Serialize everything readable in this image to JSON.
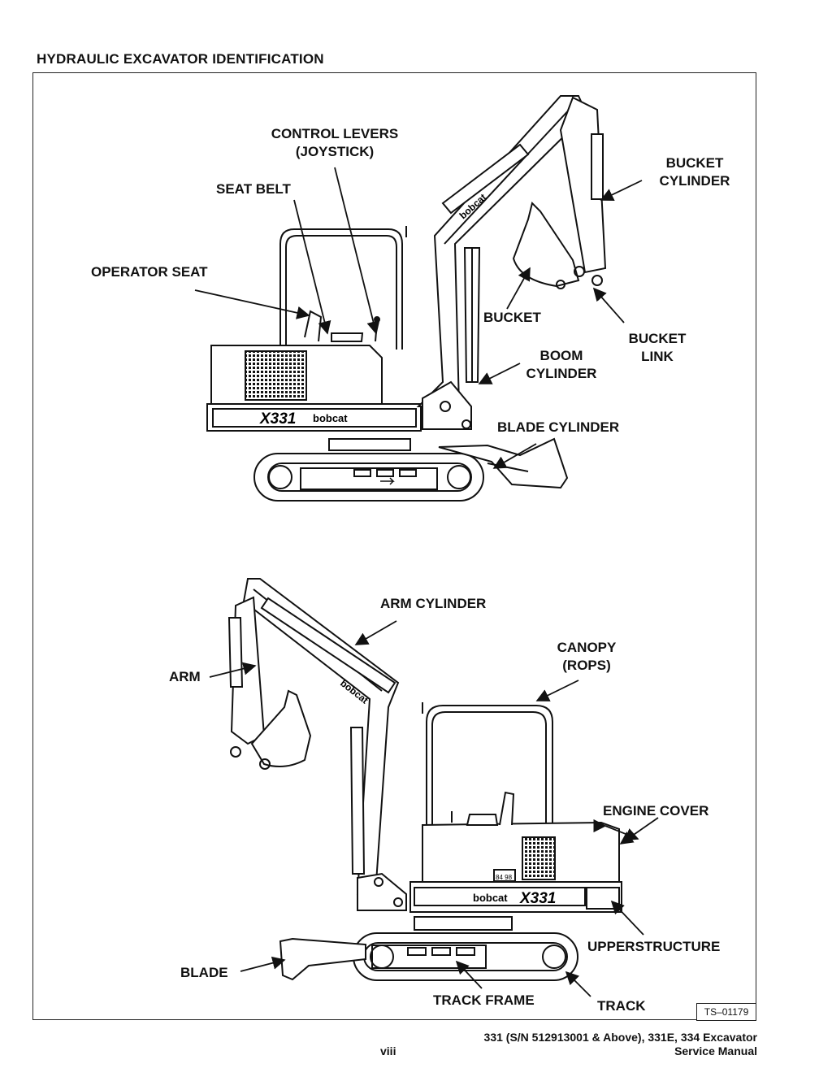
{
  "page_title": "HYDRAULIC EXCAVATOR IDENTIFICATION",
  "labels": {
    "control_levers_1": "CONTROL LEVERS",
    "control_levers_2": "(JOYSTICK)",
    "seat_belt": "SEAT BELT",
    "operator_seat": "OPERATOR SEAT",
    "bucket_cylinder_1": "BUCKET",
    "bucket_cylinder_2": "CYLINDER",
    "bucket": "BUCKET",
    "bucket_link_1": "BUCKET",
    "bucket_link_2": "LINK",
    "boom_cylinder_1": "BOOM",
    "boom_cylinder_2": "CYLINDER",
    "blade_cylinder": "BLADE CYLINDER",
    "arm_cylinder": "ARM CYLINDER",
    "canopy_1": "CANOPY",
    "canopy_2": "(ROPS)",
    "arm": "ARM",
    "engine_cover": "ENGINE COVER",
    "upperstructure": "UPPERSTRUCTURE",
    "blade": "BLADE",
    "track_frame": "TRACK FRAME",
    "track": "TRACK"
  },
  "machine_text": {
    "model_top": "X331",
    "brand_top": "bobcat",
    "boom_brand_top": "bobcat",
    "model_bottom": "X331",
    "brand_bottom": "bobcat",
    "boom_brand_bottom": "bobcat",
    "decal_bottom": "84 98"
  },
  "figure_id": "TS–01179",
  "footer": {
    "page": "viii",
    "line1": "331 (S/N 512913001 & Above), 331E, 334 Excavator",
    "line2": "Service Manual"
  }
}
